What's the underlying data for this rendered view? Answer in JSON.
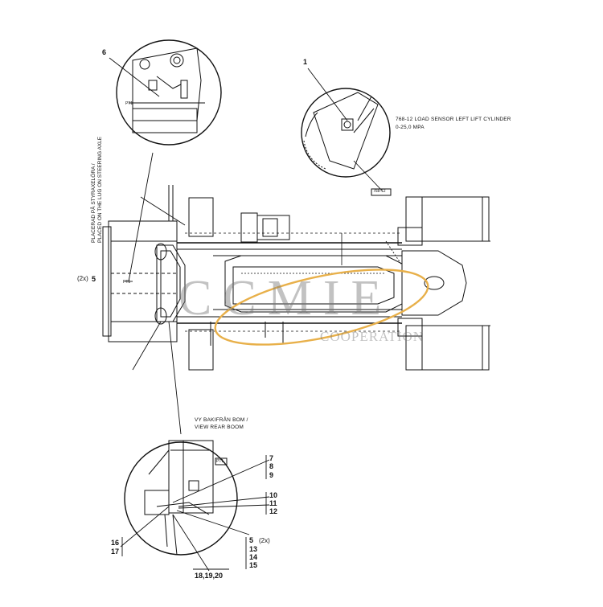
{
  "callouts": {
    "top_left": "6",
    "top_right": "1",
    "left_2x": "(2x)",
    "left_5": "5",
    "right_7": "7",
    "right_8": "8",
    "right_9": "9",
    "right_10": "10",
    "right_11": "11",
    "right_12": "12",
    "left_16": "16",
    "left_17": "17",
    "bottom_5": "5",
    "bottom_2x": "(2x)",
    "bottom_13": "13",
    "bottom_14": "14",
    "bottom_15": "15",
    "bottom_18": "18,19,20"
  },
  "notes": {
    "sensor_line1": "768-12 LOAD SENSOR LEFT LIFT CYLINDER",
    "sensor_line2": "0-25,0 MPA",
    "placed_swedish": "PLACERAD PÅ STYRAXELÖRA /",
    "placed_english": "PLACED ON THE LUG ON STEERING AXLE",
    "view_swedish": "VY BAKIFRÅN BOM /",
    "view_english": "VIEW REAR BOOM"
  },
  "tags": {
    "sensor_tag": "768-12",
    "pt_tag": "PT1"
  },
  "watermark": {
    "brand": "CCMIE",
    "sub": "COOPERATION",
    "ring_color": "#e8b04a"
  }
}
